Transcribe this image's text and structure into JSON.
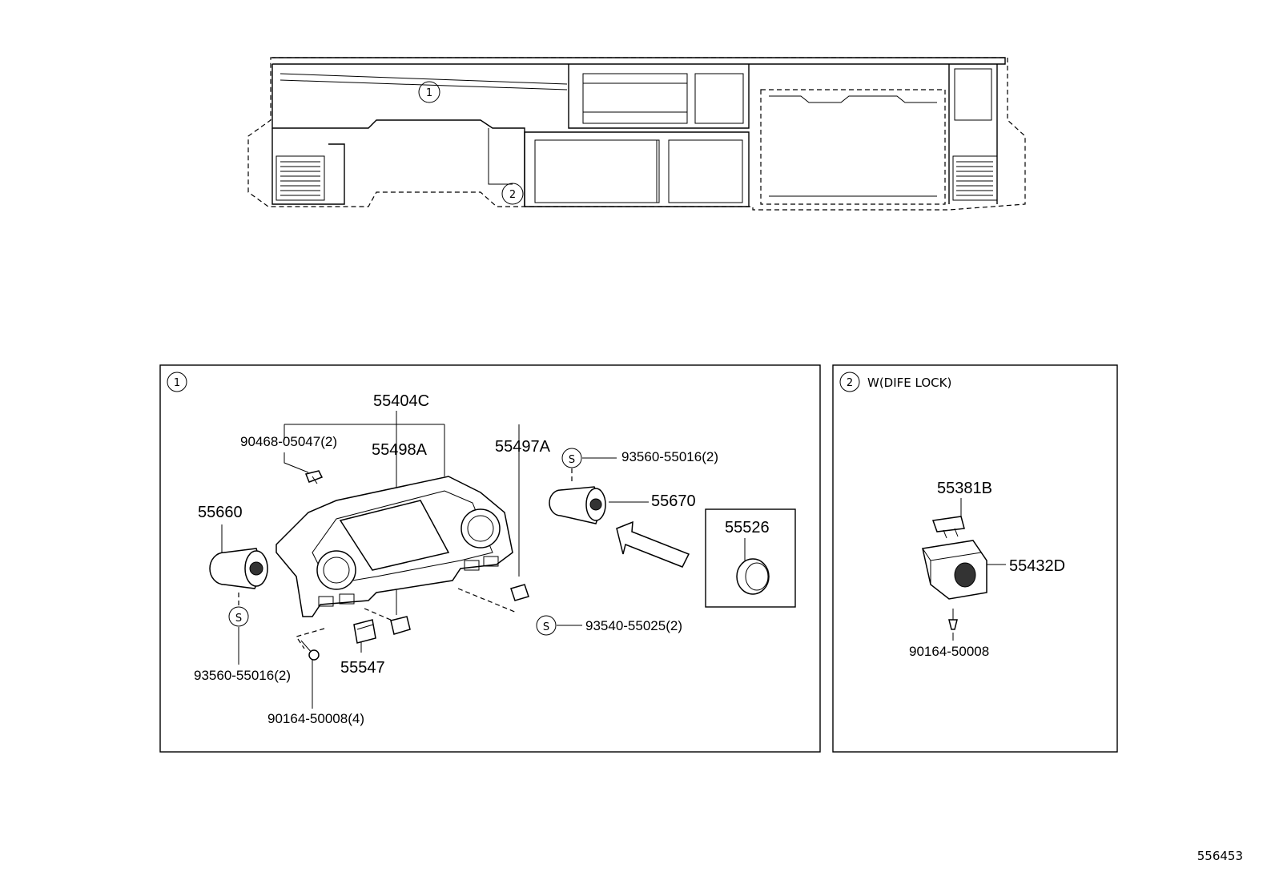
{
  "overview": {
    "callout_1": "1",
    "callout_2": "2"
  },
  "panel_1": {
    "callout": "1",
    "labels": {
      "p55404C": "55404C",
      "p90468": "90468-05047(2)",
      "p55498A": "55498A",
      "p55497A": "55497A",
      "p93560_top": "93560-55016(2)",
      "p55670": "55670",
      "p55660": "55660",
      "p55526": "55526",
      "p93540": "93540-55025(2)",
      "p93560_bottom": "93560-55016(2)",
      "p55547": "55547",
      "p90164": "90164-50008(4)"
    },
    "s_marks": [
      "S",
      "S",
      "S"
    ]
  },
  "panel_2": {
    "callout": "2",
    "title": "W(DIFE LOCK)",
    "labels": {
      "p55381B": "55381B",
      "p55432D": "55432D",
      "p90164": "90164-50008"
    }
  },
  "diagram_id": "556453"
}
